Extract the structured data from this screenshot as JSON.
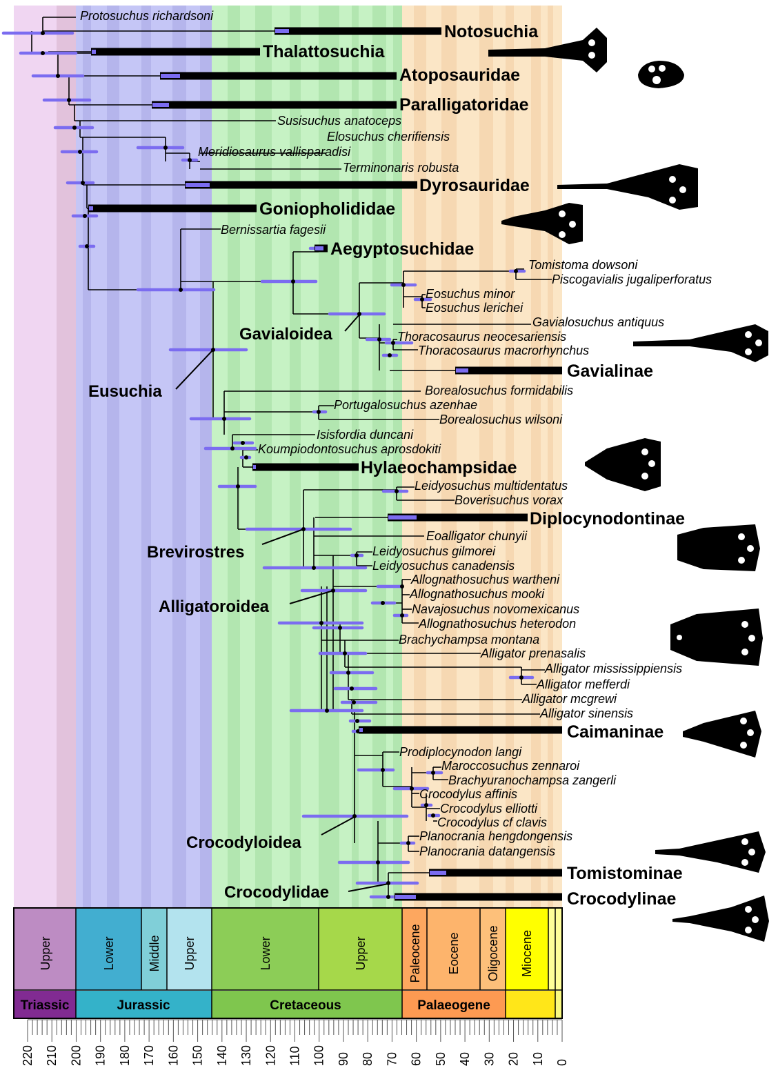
{
  "axis": {
    "ticks": [
      "220",
      "210",
      "200",
      "190",
      "180",
      "170",
      "160",
      "150",
      "140",
      "130",
      "120",
      "110",
      "100",
      "90",
      "80",
      "70",
      "60",
      "50",
      "40",
      "30",
      "20",
      "10",
      "0"
    ]
  },
  "timescale": {
    "periods": [
      {
        "label": "Triassic",
        "color": "#812b92"
      },
      {
        "label": "Jurassic",
        "color": "#34b2c9"
      },
      {
        "label": "Cretaceous",
        "color": "#7fc64e"
      },
      {
        "label": "Palaeogene",
        "color": "#fd9a52"
      },
      {
        "label": "",
        "color": "#ffe619"
      },
      {
        "label": "",
        "color": "#f9f97f"
      }
    ],
    "stages": [
      {
        "label": "Upper",
        "color": "#bd8cc3"
      },
      {
        "label": "Lower",
        "color": "#42aed0"
      },
      {
        "label": "Middle",
        "color": "#80cfd8"
      },
      {
        "label": "Upper",
        "color": "#b3e3ee"
      },
      {
        "label": "Lower",
        "color": "#8ccd57"
      },
      {
        "label": "Upper",
        "color": "#a6d84a"
      },
      {
        "label": "Paleocene",
        "color": "#fda75f"
      },
      {
        "label": "Eocene",
        "color": "#fdb46c"
      },
      {
        "label": "Oligocene",
        "color": "#fdc07a"
      },
      {
        "label": "Miocene",
        "color": "#ffff00"
      },
      {
        "label": "",
        "color": "#ffff99"
      },
      {
        "label": "",
        "color": "#ffff99"
      }
    ]
  },
  "taxa": {
    "t01": "Protosuchus richardsoni",
    "t02": "Susisuchus anatoceps",
    "t03": "Elosuchus cherifiensis",
    "t04": "Meridiosaurus vallisparadisi",
    "t05": "Terminonaris robusta",
    "t06": "Bernissartia fagesii",
    "t07": "Tomistoma dowsoni",
    "t08": "Piscogavialis jugaliperforatus",
    "t09": "Eosuchus minor",
    "t10": "Eosuchus lerichei",
    "t11": "Gavialosuchus antiquus",
    "t12": "Thoracosaurus neocesariensis",
    "t13": "Thoracosaurus macrorhynchus",
    "t14": "Borealosuchus formidabilis",
    "t15": "Portugalosuchus azenhae",
    "t16": "Borealosuchus wilsoni",
    "t17": "Isisfordia duncani",
    "t18": "Koumpiodontosuchus aprosdokiti",
    "t19": "Leidyosuchus multidentatus",
    "t20": "Boverisuchus vorax",
    "t21": "Eoalligator chunyii",
    "t22": "Leidyosuchus gilmorei",
    "t23": "Leidyosuchus canadensis",
    "t24": "Allognathosuchus wartheni",
    "t25": "Allognathosuchus mooki",
    "t26": "Navajosuchus novomexicanus",
    "t27": "Allognathosuchus heterodon",
    "t28": "Brachychampsa montana",
    "t29": "Alligator prenasalis",
    "t30": "Alligator mississippiensis",
    "t31": "Alligator mefferdi",
    "t32": "Alligator mcgrewi",
    "t33": "Alligator sinensis",
    "t34": "Prodiplocynodon langi",
    "t35": "Maroccosuchus zennaroi",
    "t36": "Brachyuranochampsa zangerli",
    "t37": "Crocodylus affinis",
    "t38": "Crocodylus elliotti",
    "t39": "Crocodylus cf clavis",
    "t40": "Planocrania hengdongensis",
    "t41": "Planocrania datangensis"
  },
  "clades": {
    "c01": "Notosuchia",
    "c02": "Thalattosuchia",
    "c03": "Atoposauridae",
    "c04": "Paralligatoridae",
    "c05": "Dyrosauridae",
    "c06": "Goniopholididae",
    "c07": "Aegyptosuchidae",
    "c08": "Gavialinae",
    "c09": "Hylaeochampsidae",
    "c10": "Diplocynodontinae",
    "c11": "Caimaninae",
    "c12": "Tomistominae",
    "c13": "Crocodylinae"
  },
  "node_labels": {
    "n1": "Gavialoidea",
    "n2": "Eusuchia",
    "n3": "Brevirostres",
    "n4": "Alligatoroidea",
    "n5": "Crocodyloidea",
    "n6": "Crocodylidae"
  },
  "colors": {
    "branch": "#000000",
    "range_bar": "#7b6cf0",
    "triassic_bg": "#f0d6f2",
    "jurassic_bg": "#c5c6f6",
    "cretaceous_bg": "#c6f2c4",
    "cenozoic_bg": "#fbe6c6"
  },
  "silhouette_icons": [
    "crocodyliform-skull-icon"
  ]
}
